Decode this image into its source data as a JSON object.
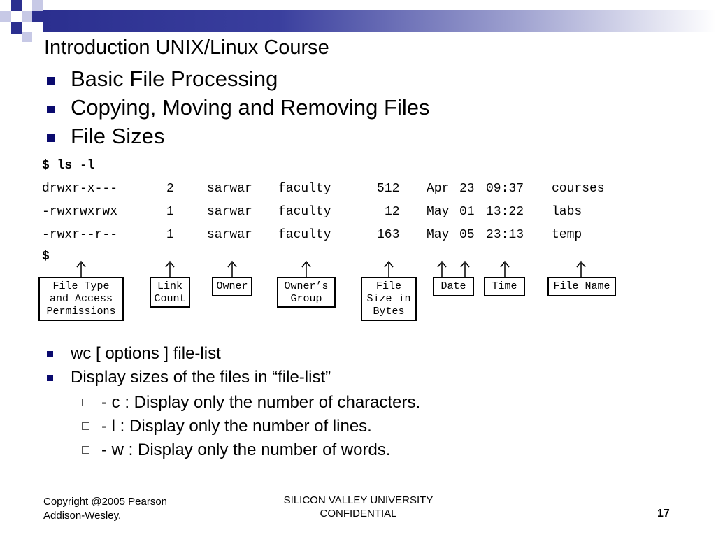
{
  "title": "Introduction UNIX/Linux Course",
  "bullets": [
    "Basic File Processing",
    "Copying, Moving and Removing Files",
    "File Sizes"
  ],
  "listing": {
    "command": "$ ls -l",
    "rows": [
      {
        "perm": "drwxr-x---",
        "links": "2",
        "owner": "sarwar",
        "group": "faculty",
        "size": "512",
        "month": "Apr",
        "day": "23",
        "time": "09:37",
        "name": "courses"
      },
      {
        "perm": "-rwxrwxrwx",
        "links": "1",
        "owner": "sarwar",
        "group": "faculty",
        "size": "12",
        "month": "May",
        "day": "01",
        "time": "13:22",
        "name": "labs"
      },
      {
        "perm": "-rwxr--r--",
        "links": "1",
        "owner": "sarwar",
        "group": "faculty",
        "size": "163",
        "month": "May",
        "day": "05",
        "time": "23:13",
        "name": "temp"
      }
    ],
    "end_prompt": "$"
  },
  "labels": {
    "perm": "File Type\nand Access\nPermissions",
    "links": "Link\nCount",
    "owner": "Owner",
    "group": "Owner’s\nGroup",
    "size": "File\nSize in\nBytes",
    "date": "Date",
    "time": "Time",
    "name": "File Name"
  },
  "lower_bullets": [
    "wc  [ options ]  file-list",
    "Display sizes of the files in “file-list”"
  ],
  "sub_bullets": [
    "- c  : Display only the number of characters.",
    "- l   : Display only the number of lines.",
    "- w : Display only the number of words."
  ],
  "footer": {
    "copyright_line1": "Copyright @2005 Pearson",
    "copyright_line2": "Addison-Wesley.",
    "center_line1": "SILICON VALLEY UNIVERSITY",
    "center_line2": "CONFIDENTIAL",
    "page_number": "17"
  },
  "colors": {
    "bullet": "#0a0a6e",
    "band_dark": "#2b2f8f"
  }
}
